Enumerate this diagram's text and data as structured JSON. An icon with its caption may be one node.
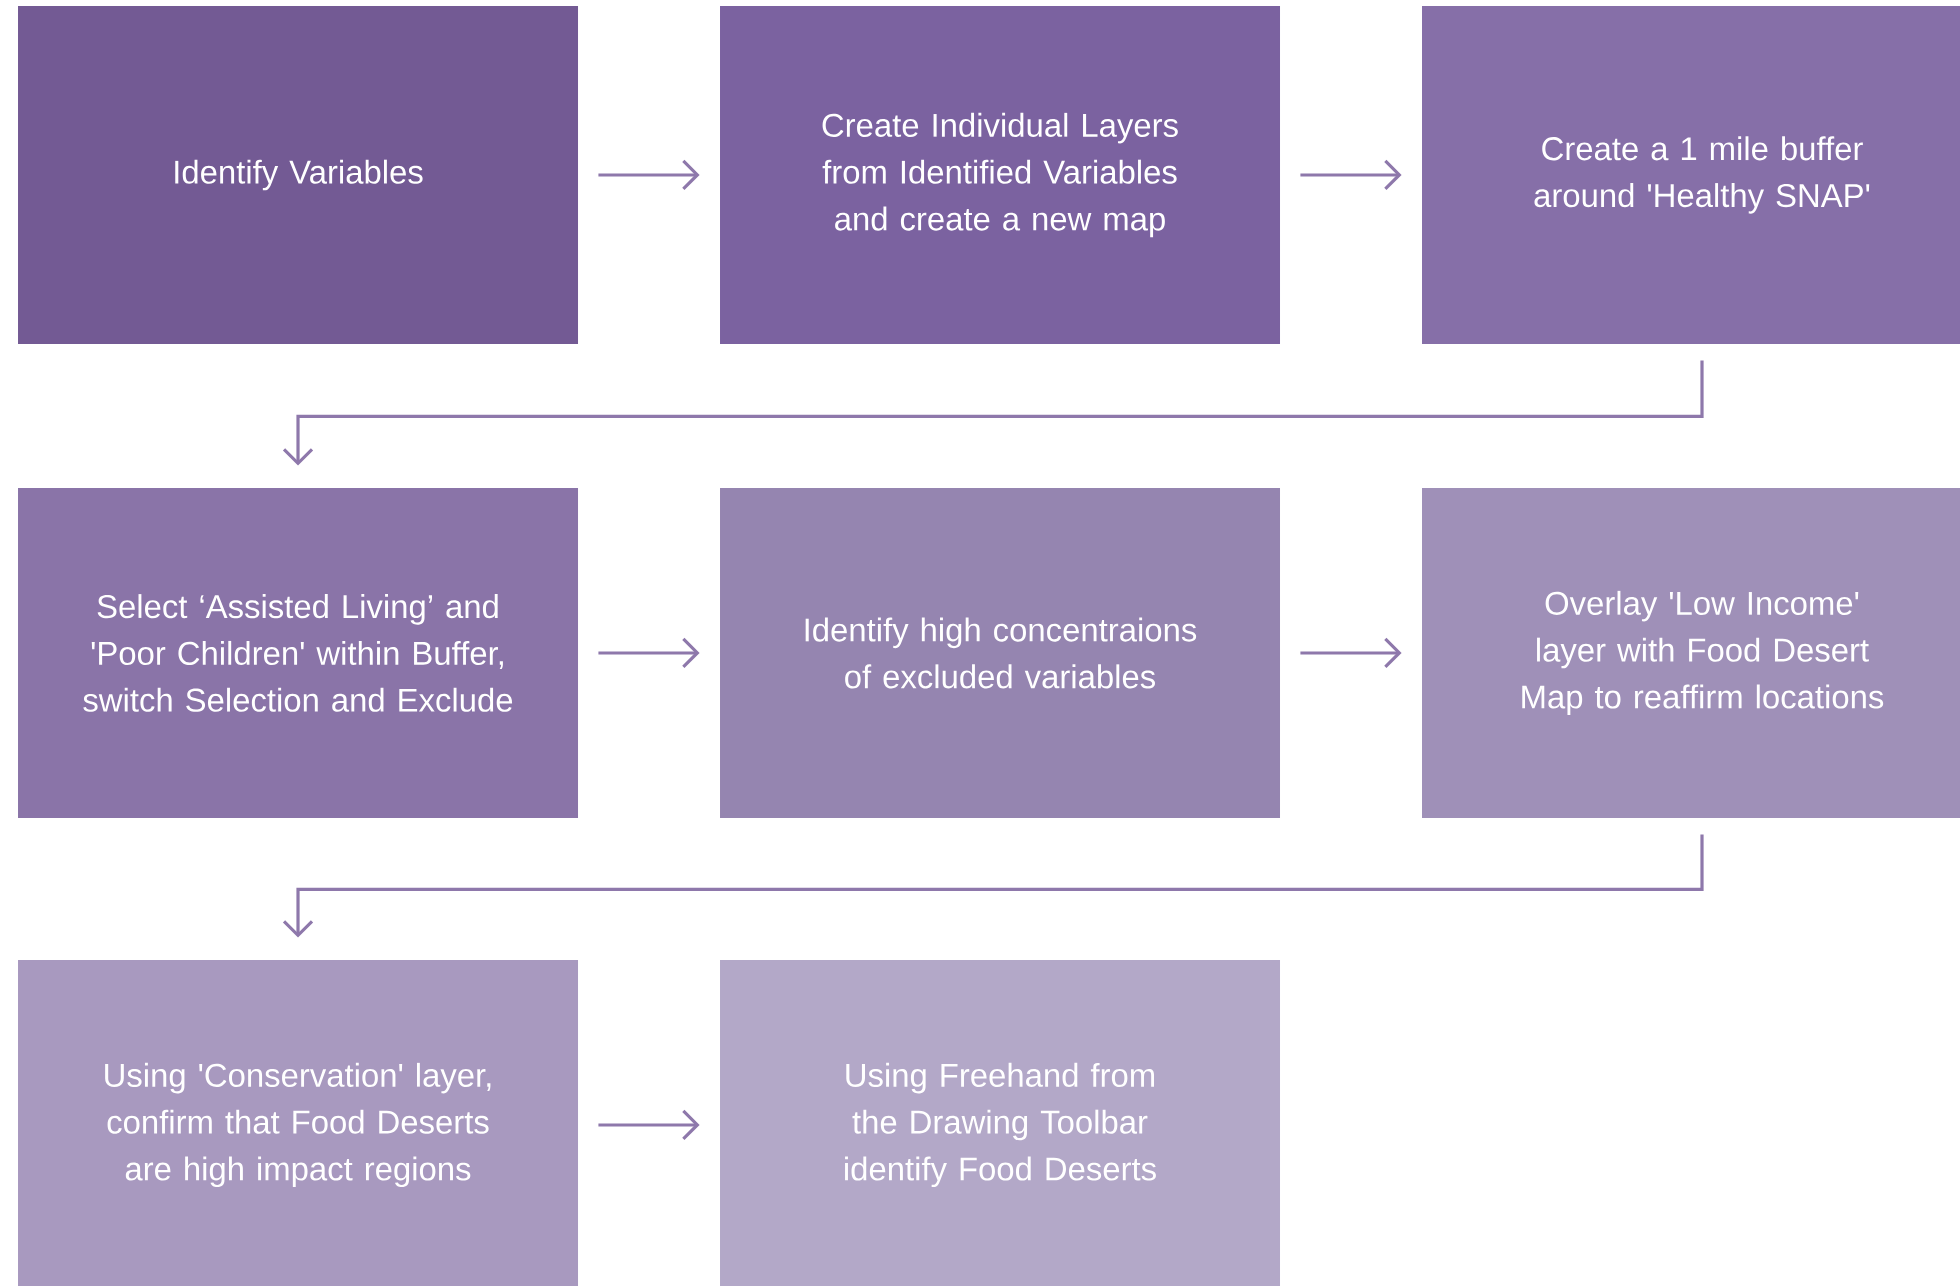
{
  "diagram": {
    "nodes": [
      {
        "text": [
          "Identify Variables"
        ]
      },
      {
        "text": [
          "Create Individual Layers from Identified Variables and create a new map"
        ]
      },
      {
        "text": [
          "Create a 1 mile buffer around 'Healthy SNAP'"
        ]
      },
      {
        "text": [
          "Select ‘Assisted Living’ and  'Poor Children' within Buffer, switch Selection and Exclude"
        ]
      },
      {
        "text": [
          "Identify high concentraions  of excluded variables"
        ]
      },
      {
        "text": [
          "Overlay 'Low Income' layer with Food Desert Map to reaffirm locations"
        ]
      },
      {
        "text": [
          "Using 'Conservation' layer, confirm that Food Deserts are high impact regions"
        ]
      },
      {
        "text": [
          "Using Freehand from the Drawing Toolbar identify Food Deserts"
        ]
      }
    ],
    "edges": [
      {
        "from": 0,
        "to": 1,
        "arrow": "to"
      },
      {
        "from": 1,
        "to": 2,
        "arrow": "to"
      },
      {
        "from": 2,
        "to": 3,
        "arrow": "to"
      },
      {
        "from": 3,
        "to": 4,
        "arrow": "to"
      },
      {
        "from": 4,
        "to": 5,
        "arrow": "to"
      },
      {
        "from": 5,
        "to": 6,
        "arrow": "to"
      },
      {
        "from": 6,
        "to": 7,
        "arrow": "to"
      }
    ]
  }
}
